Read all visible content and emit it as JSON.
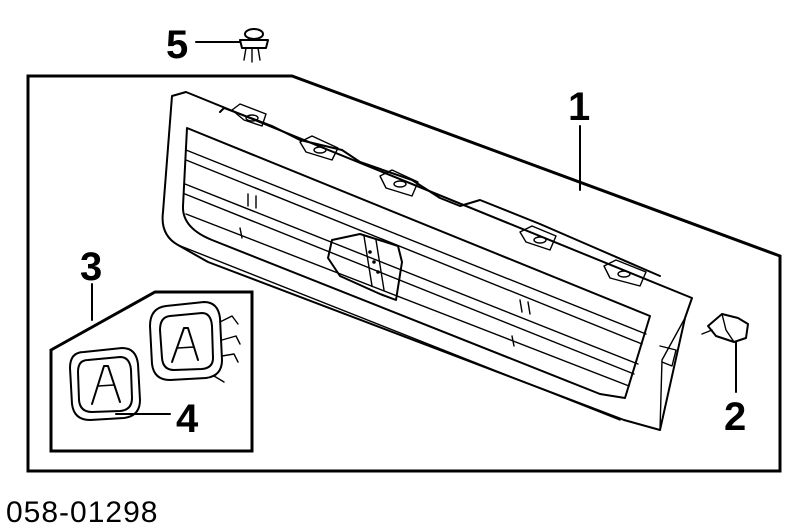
{
  "callouts": {
    "grille": "1",
    "grille_clip": "2",
    "emblem_assembly": "3",
    "emblem_base": "4",
    "fastener_clip": "5"
  },
  "diagram_number": "058-01298"
}
